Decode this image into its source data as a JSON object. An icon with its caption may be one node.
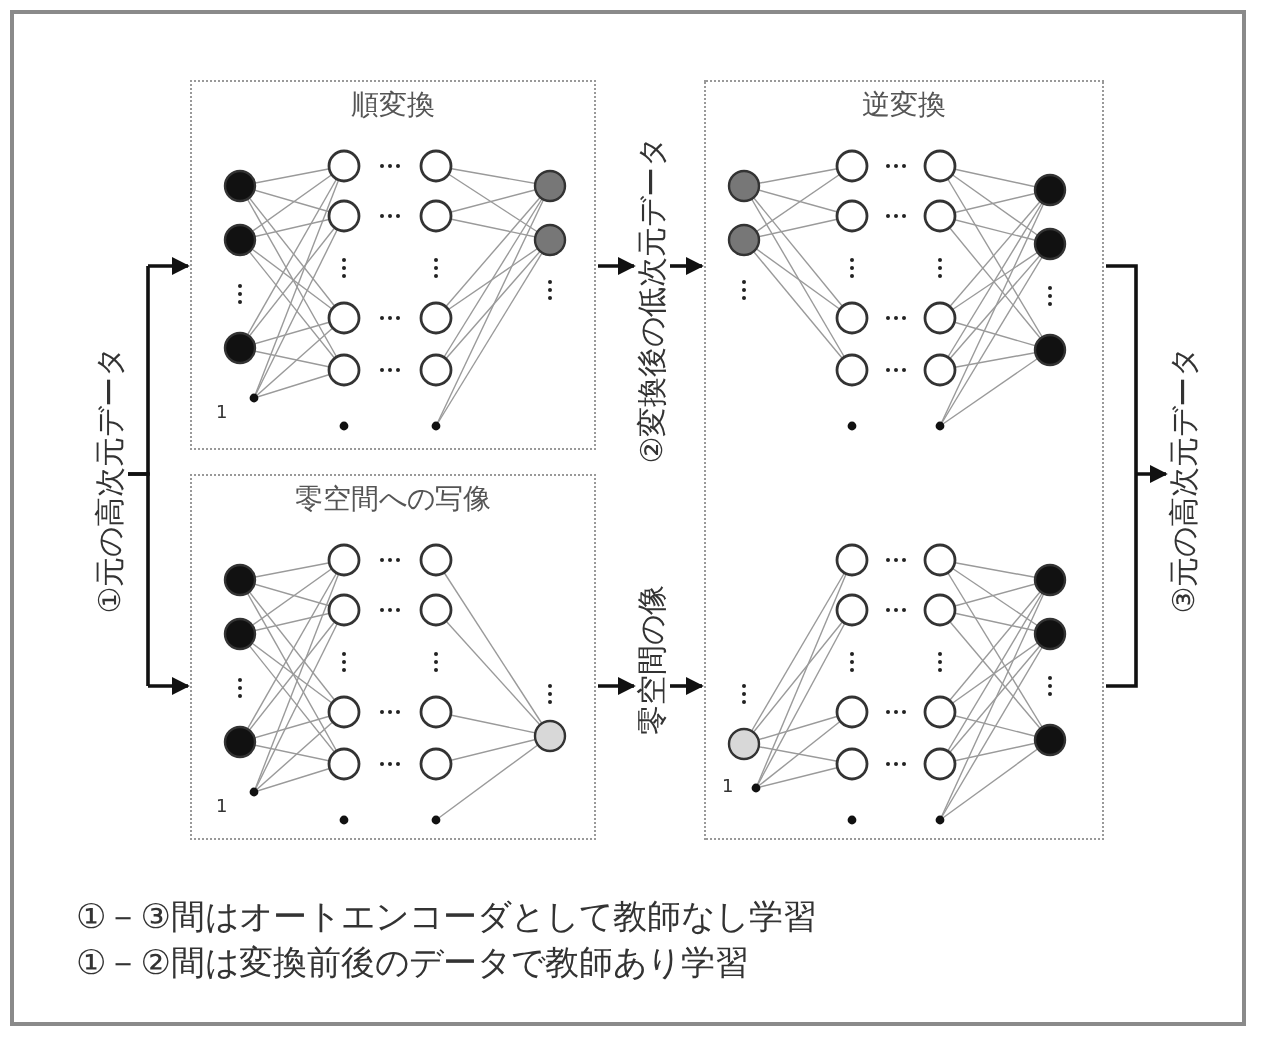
{
  "diagram": {
    "nodes": [
      {
        "text": [
          "①元の高次元データ"
        ]
      },
      {
        "text": [
          "順変換"
        ]
      },
      {
        "text": [
          "零空間への写像"
        ]
      },
      {
        "text": [
          "②変換後の低次元データ"
        ]
      },
      {
        "text": [
          "零空間の像"
        ]
      },
      {
        "text": [
          "逆変換"
        ]
      },
      {
        "text": [
          "③元の高次元データ"
        ]
      }
    ],
    "edges": [
      {
        "from": 0,
        "to": 1,
        "arrow": "to"
      },
      {
        "from": 0,
        "to": 2,
        "arrow": "to"
      },
      {
        "from": 1,
        "to": 3,
        "arrow": "to"
      },
      {
        "from": 3,
        "to": 5,
        "arrow": "to"
      },
      {
        "from": 2,
        "to": 4,
        "arrow": "to"
      },
      {
        "from": 4,
        "to": 5,
        "arrow": "to"
      },
      {
        "from": 5,
        "to": 6,
        "arrow": "to"
      }
    ],
    "labels": [
      "1",
      "1",
      "1",
      "①－③間はオートエンコーダとして教師なし学習",
      "①－②間は変換前後のデータで教師あり学習"
    ]
  }
}
